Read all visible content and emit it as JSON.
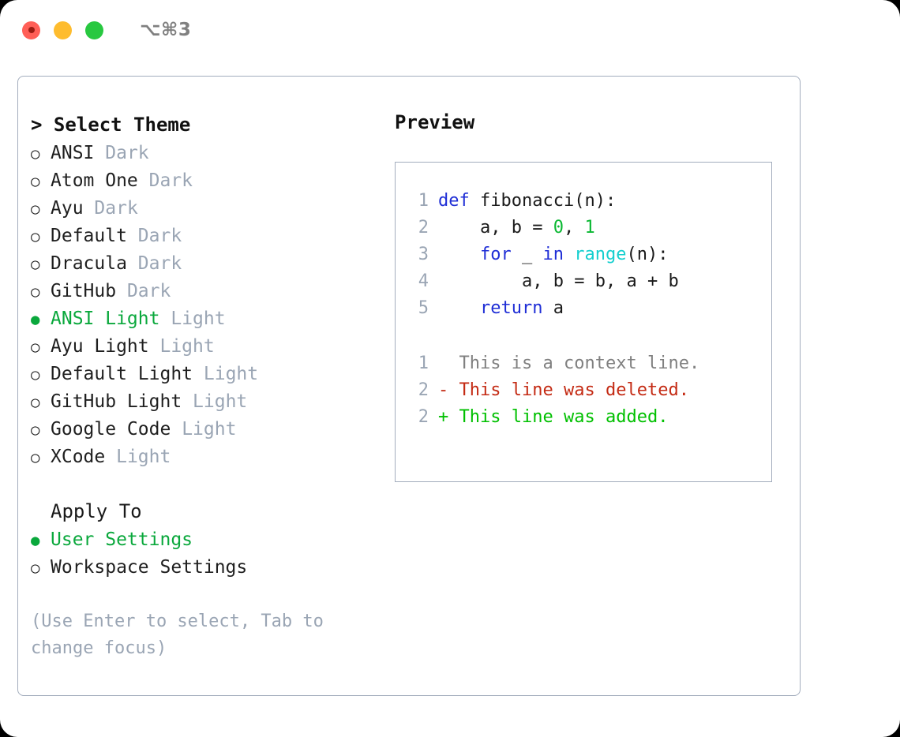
{
  "titlebar": {
    "lights": [
      {
        "name": "close-button",
        "color": "#ff5f57"
      },
      {
        "name": "minimize-button",
        "color": "#febc2e"
      },
      {
        "name": "maximize-button",
        "color": "#28c840"
      }
    ],
    "shortcut": "⌥⌘3"
  },
  "colors": {
    "selected_green": "#0aa83c",
    "muted_gray": "#9aa5b4",
    "border": "#a3adbd",
    "keyword_blue": "#1f2ed6",
    "builtin_cyan": "#15cfcf",
    "number_green": "#0ab832",
    "diff_delete_red": "#c42b14",
    "diff_add_green": "#00c000"
  },
  "theme_section": {
    "prefix": "> ",
    "title": "Select Theme",
    "items": [
      {
        "bullet": "○",
        "label": "ANSI",
        "variant": "Dark",
        "selected": false
      },
      {
        "bullet": "○",
        "label": "Atom One",
        "variant": "Dark",
        "selected": false
      },
      {
        "bullet": "○",
        "label": "Ayu",
        "variant": "Dark",
        "selected": false
      },
      {
        "bullet": "○",
        "label": "Default",
        "variant": "Dark",
        "selected": false
      },
      {
        "bullet": "○",
        "label": "Dracula",
        "variant": "Dark",
        "selected": false
      },
      {
        "bullet": "○",
        "label": "GitHub",
        "variant": "Dark",
        "selected": false
      },
      {
        "bullet": "●",
        "label": "ANSI Light",
        "variant": "Light",
        "selected": true
      },
      {
        "bullet": "○",
        "label": "Ayu Light",
        "variant": "Light",
        "selected": false
      },
      {
        "bullet": "○",
        "label": "Default Light",
        "variant": "Light",
        "selected": false
      },
      {
        "bullet": "○",
        "label": "GitHub Light",
        "variant": "Light",
        "selected": false
      },
      {
        "bullet": "○",
        "label": "Google Code",
        "variant": "Light",
        "selected": false
      },
      {
        "bullet": "○",
        "label": "XCode",
        "variant": "Light",
        "selected": false
      }
    ]
  },
  "apply_section": {
    "title": "Apply To",
    "items": [
      {
        "bullet": "●",
        "label": "User Settings",
        "selected": true
      },
      {
        "bullet": "○",
        "label": "Workspace Settings",
        "selected": false
      }
    ]
  },
  "help_text": "(Use Enter to select, Tab to change focus)",
  "preview": {
    "title": "Preview",
    "code_lines": [
      {
        "num": "1",
        "tokens": [
          {
            "text": "def ",
            "kind": "kw"
          },
          {
            "text": "fibonacci(n):",
            "kind": "plain"
          }
        ]
      },
      {
        "num": "2",
        "tokens": [
          {
            "text": "    a, b = ",
            "kind": "plain"
          },
          {
            "text": "0",
            "kind": "num"
          },
          {
            "text": ", ",
            "kind": "plain"
          },
          {
            "text": "1",
            "kind": "num"
          }
        ]
      },
      {
        "num": "3",
        "tokens": [
          {
            "text": "    ",
            "kind": "plain"
          },
          {
            "text": "for",
            "kind": "kw"
          },
          {
            "text": " _ ",
            "kind": "plain"
          },
          {
            "text": "in",
            "kind": "kw"
          },
          {
            "text": " ",
            "kind": "plain"
          },
          {
            "text": "range",
            "kind": "builtin"
          },
          {
            "text": "(n):",
            "kind": "plain"
          }
        ]
      },
      {
        "num": "4",
        "tokens": [
          {
            "text": "        a, b = b, a + b",
            "kind": "plain"
          }
        ]
      },
      {
        "num": "5",
        "tokens": [
          {
            "text": "    ",
            "kind": "plain"
          },
          {
            "text": "return",
            "kind": "kw"
          },
          {
            "text": " a",
            "kind": "plain"
          }
        ]
      }
    ],
    "diff_lines": [
      {
        "num": "1",
        "marker": "  ",
        "text": "This is a context line.",
        "kind": "ctx"
      },
      {
        "num": "2",
        "marker": "- ",
        "text": "This line was deleted.",
        "kind": "del"
      },
      {
        "num": "2",
        "marker": "+ ",
        "text": "This line was added.",
        "kind": "add"
      }
    ]
  }
}
